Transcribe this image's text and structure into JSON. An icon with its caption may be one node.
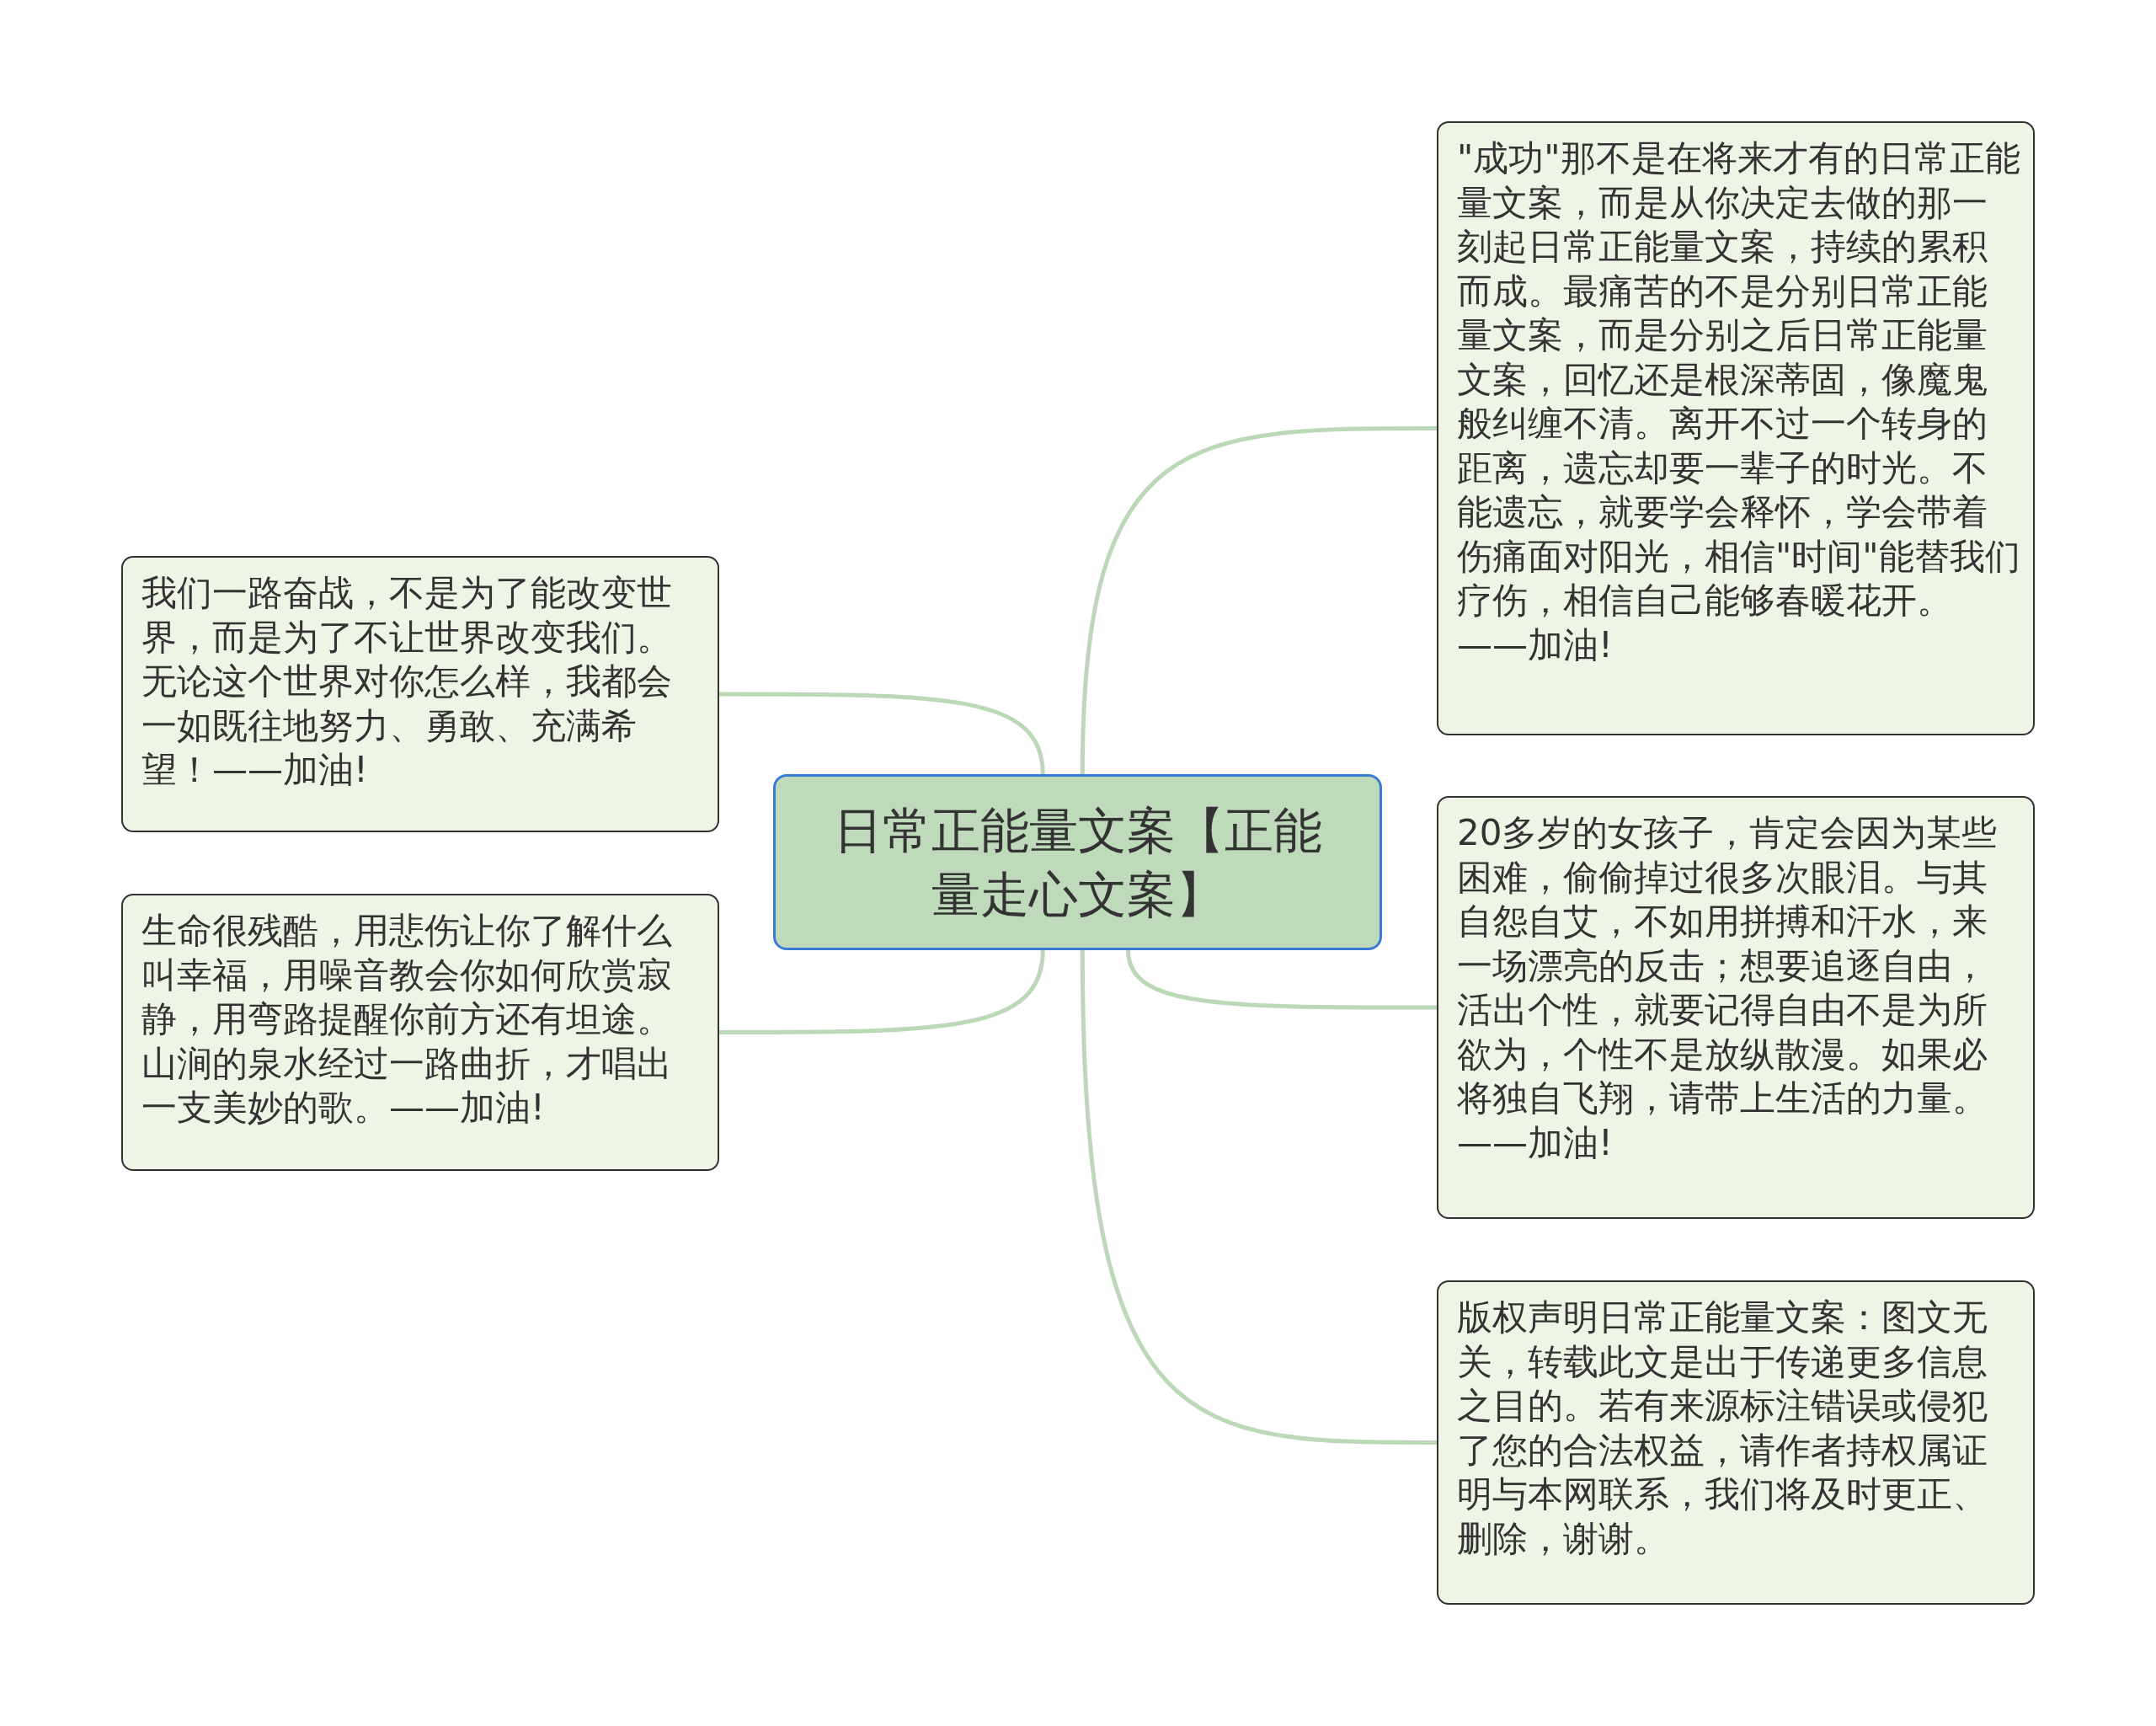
{
  "diagram": {
    "nodes": [
      {
        "text": [
          "日常正能量文案【正能量走心文案】"
        ]
      },
      {
        "text": [
          "\"成功\"那不是在将来才有的日常正能量文案，而是从你决定去做的那一刻起日常正能量文案，持续的累积而成。最痛苦的不是分别日常正能量文案，而是分别之后日常正能量文案，回忆还是根深蒂固，像魔鬼般纠缠不清。离开不过一个转身的距离，遗忘却要一辈子的时光。不能遗忘，就要学会释怀，学会带着伤痛面对阳光，相信\"时间\"能替我们疗伤，相信自己能够春暖花开。——加油!"
        ]
      },
      {
        "text": [
          "20多岁的女孩子，肯定会因为某些困难，偷偷掉过很多次眼泪。与其自怨自艾，不如用拼搏和汗水，来一场漂亮的反击；想要追逐自由，活出个性，就要记得自由不是为所欲为，个性不是放纵散漫。如果必将独自飞翔，请带上生活的力量。——加油!"
        ]
      },
      {
        "text": [
          "版权声明日常正能量文案：图文无关，转载此文是出于传递更多信息之目的。若有来源标注错误或侵犯了您的合法权益，请作者持权属证明与本网联系，我们将及时更正、删除，谢谢。"
        ]
      },
      {
        "text": [
          "我们一路奋战，不是为了能改变世界，而是为了不让世界改变我们。无论这个世界对你怎么样，我都会一如既往地努力、勇敢、充满希望！——加油!"
        ]
      },
      {
        "text": [
          "生命很残酷，用悲伤让你了解什么叫幸福，用噪音教会你如何欣赏寂静，用弯路提醒你前方还有坦途。山涧的泉水经过一路曲折，才唱出一支美妙的歌。——加油!"
        ]
      }
    ],
    "edges": [
      {
        "from": 0,
        "to": 1,
        "arrow": "none"
      },
      {
        "from": 0,
        "to": 2,
        "arrow": "none"
      },
      {
        "from": 0,
        "to": 3,
        "arrow": "none"
      },
      {
        "from": 0,
        "to": 4,
        "arrow": "none"
      },
      {
        "from": 0,
        "to": 5,
        "arrow": "none"
      }
    ]
  }
}
